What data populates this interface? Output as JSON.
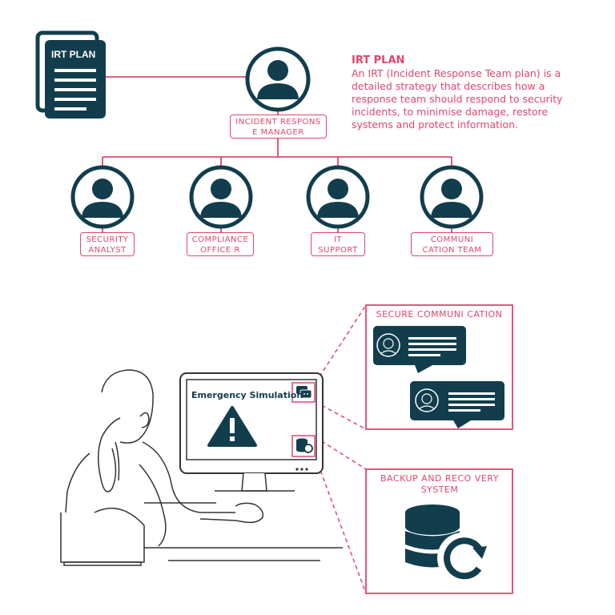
{
  "plan_card": {
    "label": "IRT PLAN"
  },
  "description": {
    "title": "IRT PLAN",
    "body": "An IRT (Incident Response Team plan) is a detailed strategy that describes how a response team should respond to security incidents, to minimise damage, restore systems and protect information."
  },
  "manager": {
    "label": "INCIDENT RESPONS E MANAGER"
  },
  "team": [
    {
      "label": "SECURITY ANALYST"
    },
    {
      "label": "COMPLIANCE OFFICE R"
    },
    {
      "label": "IT SUPPORT"
    },
    {
      "label": "COMMUNI CATION TEAM"
    }
  ],
  "screen": {
    "title": "Emergency Simulation"
  },
  "panels": {
    "secure": {
      "title": "SECURE COMMUNI CATION"
    },
    "backup": {
      "title": "BACKUP AND RECO VERY SYSTEM"
    }
  },
  "colors": {
    "accent": "#e0466e",
    "dark": "#123d4d",
    "line": "#333333"
  }
}
